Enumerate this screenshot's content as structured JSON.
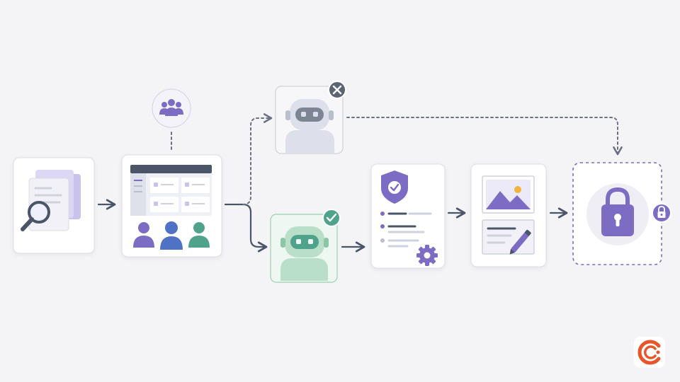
{
  "colors": {
    "background": "#f4f4f7",
    "arrow": "#4a5568",
    "dashed_arrow": "#6b7180",
    "purple": "#7c6cc4",
    "light_purple": "#c9c2ec",
    "blue": "#4f72c4",
    "green": "#4fa38a",
    "rejected_bg": "#dde0ea",
    "approved_bg": "#e7f4ec",
    "approved_border": "#a8d5bc",
    "window_header": "#4a5568",
    "badge_dark": "#5b6472",
    "logo_orange": "#e8552b"
  },
  "nodes": [
    {
      "id": "document-search",
      "icon": "document-search-icon"
    },
    {
      "id": "dashboard-team",
      "icon": "dashboard-users-icon"
    },
    {
      "id": "team-badge",
      "icon": "group-icon"
    },
    {
      "id": "rejected-robot",
      "icon": "robot-icon",
      "status": "rejected",
      "status_icon": "x-icon"
    },
    {
      "id": "approved-robot",
      "icon": "robot-icon",
      "status": "approved",
      "status_icon": "check-icon"
    },
    {
      "id": "security-checklist",
      "icon": "shield-check-icon"
    },
    {
      "id": "media-editor",
      "icon": "image-edit-icon"
    },
    {
      "id": "locked-vault",
      "icon": "padlock-icon"
    }
  ],
  "edges": [
    {
      "from": "document-search",
      "to": "dashboard-team",
      "style": "solid"
    },
    {
      "from": "dashboard-team",
      "to": "rejected-robot",
      "style": "dashed"
    },
    {
      "from": "dashboard-team",
      "to": "approved-robot",
      "style": "solid"
    },
    {
      "from": "approved-robot",
      "to": "security-checklist",
      "style": "solid"
    },
    {
      "from": "security-checklist",
      "to": "media-editor",
      "style": "solid"
    },
    {
      "from": "media-editor",
      "to": "locked-vault",
      "style": "solid"
    },
    {
      "from": "rejected-robot",
      "to": "locked-vault",
      "style": "dashed"
    }
  ],
  "logo": {
    "icon": "brand-c-logo-icon"
  }
}
